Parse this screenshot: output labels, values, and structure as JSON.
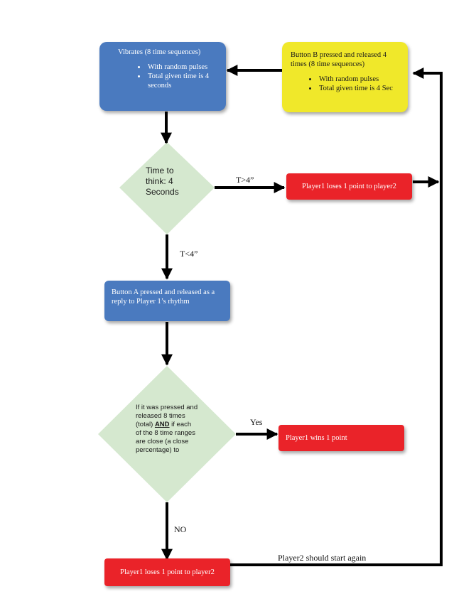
{
  "vibrates_box": {
    "title": "Vibrates  (8 time sequences)",
    "bullets": [
      "With random pulses",
      "Total given time is 4 seconds"
    ]
  },
  "button_b_box": {
    "title": "Button B pressed and released 4 times  (8 time sequences)",
    "bullets": [
      "With random pulses",
      "Total given time is 4 Sec"
    ]
  },
  "think_diamond": {
    "text": "Time to think: 4 Seconds"
  },
  "loses_box_top": {
    "text": "Player1 loses 1 point to player2"
  },
  "button_a_box": {
    "text": "Button A pressed and released as a reply to Player 1’s rhythm"
  },
  "check_diamond": {
    "text_before": "If it was pressed and released 8 times (total) ",
    "text_bold": "AND",
    "text_after": " if each of the 8 time ranges are close (a close percentage) to"
  },
  "wins_box": {
    "text": "Player1 wins 1 point"
  },
  "loses_box_bottom": {
    "text": "Player1 loses 1 point to player2"
  },
  "labels": {
    "t_greater": "T>4”",
    "t_less": "T<4”",
    "yes": "Yes",
    "no": "NO",
    "restart": "Player2 should start again"
  },
  "colors": {
    "blue": "#4a7abf",
    "yellow": "#f0e82a",
    "red": "#ea2329",
    "diamond": "#d5e8cf",
    "connector": "#000000"
  }
}
